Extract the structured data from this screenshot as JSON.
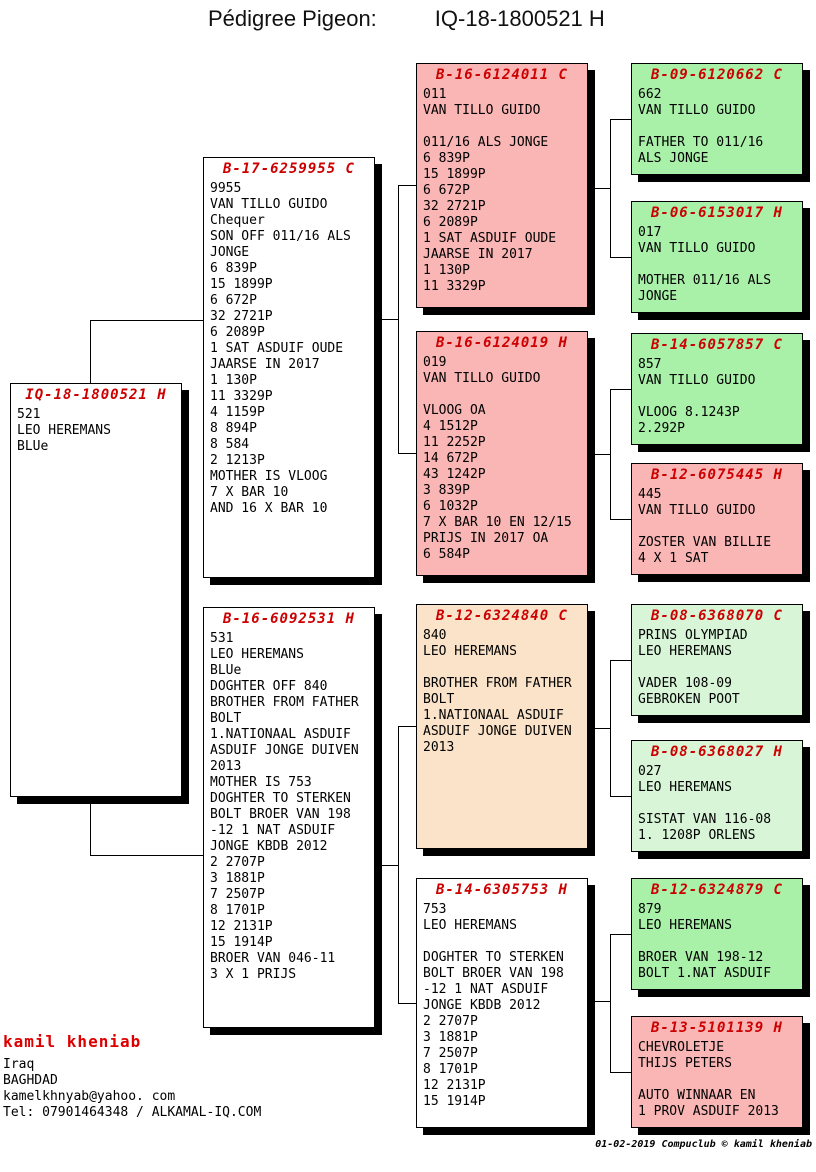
{
  "title": {
    "label": "Pédigree Pigeon:",
    "ring": "IQ-18-1800521 H"
  },
  "colors": {
    "header_red": "#cc0000",
    "pink": "#fab5b5",
    "peach": "#fae3c8",
    "green": "#a9f0a9",
    "light_green": "#d8f5d8",
    "white": "#ffffff"
  },
  "boxes": {
    "subject": {
      "header": "IQ-18-1800521 H",
      "bg": "#ffffff",
      "lines": [
        "521",
        "LEO HEREMANS",
        "BLUe"
      ]
    },
    "sire": {
      "header": "B-17-6259955 C",
      "bg": "#ffffff",
      "lines": [
        "9955",
        "VAN TILLO GUIDO",
        "Chequer",
        "SON OFF 011/16 ALS",
        "JONGE",
        "6 839P",
        "15 1899P",
        "6 672P",
        "32 2721P",
        "6 2089P",
        "1 SAT ASDUIF OUDE",
        "JAARSE IN 2017",
        "1 130P",
        "11 3329P",
        "4 1159P",
        "8 894P",
        "8 584",
        "2 1213P",
        "MOTHER IS VLOOG",
        "7 X BAR 10",
        "AND 16 X BAR 10"
      ]
    },
    "dam": {
      "header": "B-16-6092531 H",
      "bg": "#ffffff",
      "lines": [
        "531",
        "LEO HEREMANS",
        "BLUe",
        "DOGHTER OFF 840",
        "BROTHER FROM FATHER",
        "BOLT",
        "1.NATIONAAL ASDUIF",
        "ASDUIF JONGE DUIVEN",
        "2013",
        "MOTHER IS 753",
        "DOGHTER TO STERKEN",
        "BOLT BROER VAN 198",
        "-12 1 NAT ASDUIF",
        "JONGE KBDB 2012",
        "2 2707P",
        "3 1881P",
        "7 2507P",
        "8 1701P",
        "12 2131P",
        "15 1914P",
        "BROER VAN 046-11",
        "3 X 1 PRIJS"
      ]
    },
    "ss": {
      "header": "B-16-6124011 C",
      "bg": "#fab5b5",
      "lines": [
        "011",
        "VAN TILLO GUIDO",
        "",
        "011/16 ALS JONGE",
        "6 839P",
        "15 1899P",
        "6 672P",
        "32 2721P",
        "6 2089P",
        "1 SAT ASDUIF OUDE",
        "JAARSE IN 2017",
        "1 130P",
        "11 3329P"
      ]
    },
    "sd": {
      "header": "B-16-6124019 H",
      "bg": "#fab5b5",
      "lines": [
        "019",
        "VAN TILLO GUIDO",
        "",
        "VLOOG OA",
        "4 1512P",
        "11 2252P",
        "14 672P",
        "43 1242P",
        "3 839P",
        "6 1032P",
        "7 X BAR 10 EN 12/15",
        "PRIJS IN 2017 OA",
        "6 584P"
      ]
    },
    "ds": {
      "header": "B-12-6324840 C",
      "bg": "#fae3c8",
      "lines": [
        "840",
        "LEO HEREMANS",
        "",
        "BROTHER FROM FATHER",
        "BOLT",
        "1.NATIONAAL ASDUIF",
        "ASDUIF JONGE DUIVEN",
        "2013"
      ]
    },
    "dd": {
      "header": "B-14-6305753 H",
      "bg": "#ffffff",
      "lines": [
        "753",
        "LEO HEREMANS",
        "",
        "DOGHTER TO STERKEN",
        "BOLT BROER VAN 198",
        "-12 1 NAT ASDUIF",
        "JONGE KBDB 2012",
        "2 2707P",
        "3 1881P",
        "7 2507P",
        "8 1701P",
        "12 2131P",
        "15 1914P"
      ]
    },
    "sss": {
      "header": "B-09-6120662 C",
      "bg": "#a9f0a9",
      "lines": [
        "662",
        "VAN TILLO GUIDO",
        "",
        "FATHER TO 011/16",
        "ALS JONGE"
      ]
    },
    "ssd": {
      "header": "B-06-6153017 H",
      "bg": "#a9f0a9",
      "lines": [
        "017",
        "VAN TILLO GUIDO",
        "",
        "MOTHER 011/16 ALS",
        "JONGE"
      ]
    },
    "sds": {
      "header": "B-14-6057857 C",
      "bg": "#a9f0a9",
      "lines": [
        "857",
        "VAN TILLO GUIDO",
        "",
        "VLOOG 8.1243P",
        "2.292P"
      ]
    },
    "sdd": {
      "header": "B-12-6075445 H",
      "bg": "#fab5b5",
      "lines": [
        "445",
        "VAN TILLO GUIDO",
        "",
        "ZOSTER VAN BILLIE",
        "4 X 1 SAT"
      ]
    },
    "dss": {
      "header": "B-08-6368070 C",
      "bg": "#d8f5d8",
      "lines": [
        "PRINS OLYMPIAD",
        "LEO HEREMANS",
        "",
        "VADER 108-09",
        "GEBROKEN POOT"
      ]
    },
    "dsd": {
      "header": "B-08-6368027 H",
      "bg": "#d8f5d8",
      "lines": [
        "027",
        "LEO HEREMANS",
        "",
        "SISTAT VAN 116-08",
        "1. 1208P ORLENS"
      ]
    },
    "dds": {
      "header": "B-12-6324879 C",
      "bg": "#a9f0a9",
      "lines": [
        "879",
        "LEO HEREMANS",
        "",
        "BROER VAN 198-12",
        "BOLT 1.NAT ASDUIF"
      ]
    },
    "ddd": {
      "header": "B-13-5101139 H",
      "bg": "#fab5b5",
      "lines": [
        "CHEVROLETJE",
        "THIJS PETERS",
        "",
        "AUTO WINNAAR EN",
        "1 PROV ASDUIF 2013"
      ]
    }
  },
  "owner": {
    "name": "kamil kheniab",
    "lines": [
      "Iraq",
      "BAGHDAD",
      "kamelkhnyab@yahoo. com",
      "Tel: 07901464348 / ALKAMAL-IQ.COM"
    ]
  },
  "stamp": "01-02-2019   Compuclub © kamil kheniab"
}
